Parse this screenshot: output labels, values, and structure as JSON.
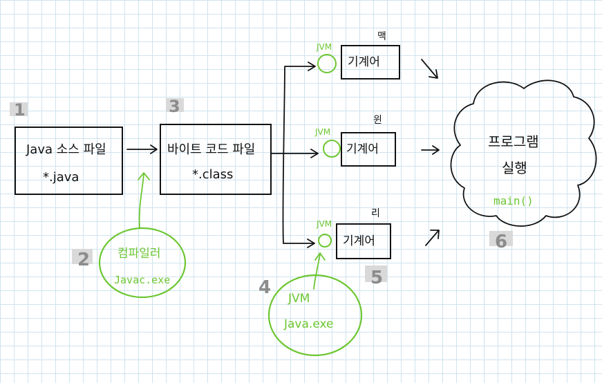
{
  "steps": {
    "s1": "1",
    "s2": "2",
    "s3": "3",
    "s4": "4",
    "s5": "5",
    "s6": "6"
  },
  "source_box": {
    "title": "Java 소스 파일",
    "ext": "*.java"
  },
  "bytecode_box": {
    "title": "바이트 코드 파일",
    "ext": "*.class"
  },
  "compiler": {
    "name": "컴파일러",
    "exe": "Javac.exe"
  },
  "jvm": {
    "name": "JVM",
    "exe": "Java.exe"
  },
  "machines": [
    {
      "os": "맥",
      "label": "기계어",
      "jvm": "JVM"
    },
    {
      "os": "윈",
      "label": "기계어",
      "jvm": "JVM"
    },
    {
      "os": "리",
      "label": "기계어",
      "jvm": "JVM"
    }
  ],
  "program": {
    "line1": "프로그램",
    "line2": "실행",
    "main": "main()"
  },
  "colors": {
    "green": "#6cc631",
    "ink": "#111111",
    "step_gray": "#8c8c8c"
  }
}
